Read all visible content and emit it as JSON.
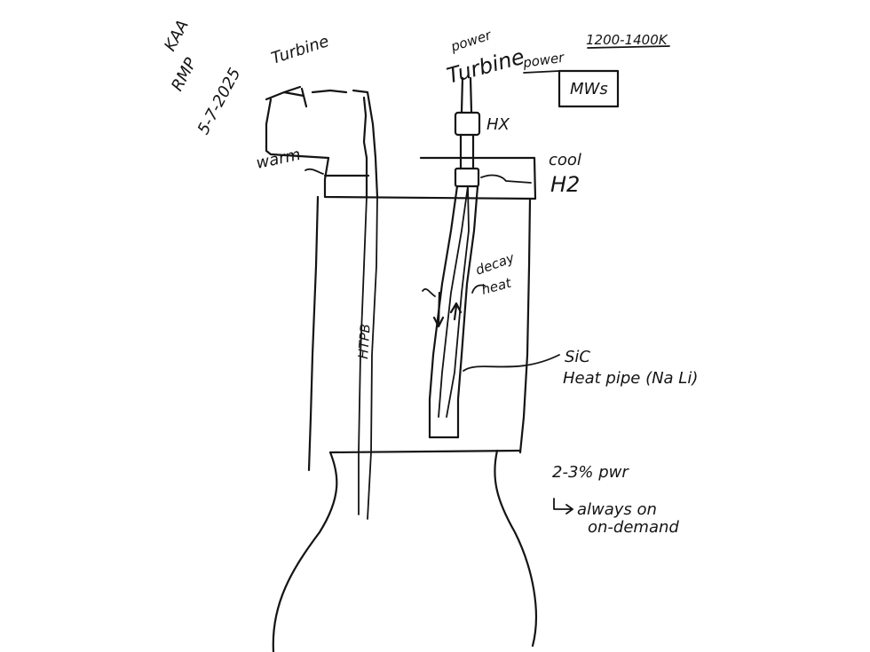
{
  "header": {
    "initials_1": "KAA",
    "initials_2": "RMP",
    "date": "5-7-2025",
    "temperature_range": "1200-1400K"
  },
  "labels": {
    "turbine_left": "Turbine",
    "power_top": "power",
    "turbine_right": "Turbine",
    "power_right": "power",
    "mws": "MWs",
    "hx": "HX",
    "warm": "warm",
    "cool": "cool",
    "h2": "H2",
    "decay_line1": "decay",
    "decay_line2": "heat",
    "htpb": "HTPB",
    "sic": "SiC",
    "heat_pipe": "Heat pipe (Na Li)",
    "power_pct": "2-3% pwr",
    "always_on": "always on",
    "on_demand": "on-demand"
  }
}
